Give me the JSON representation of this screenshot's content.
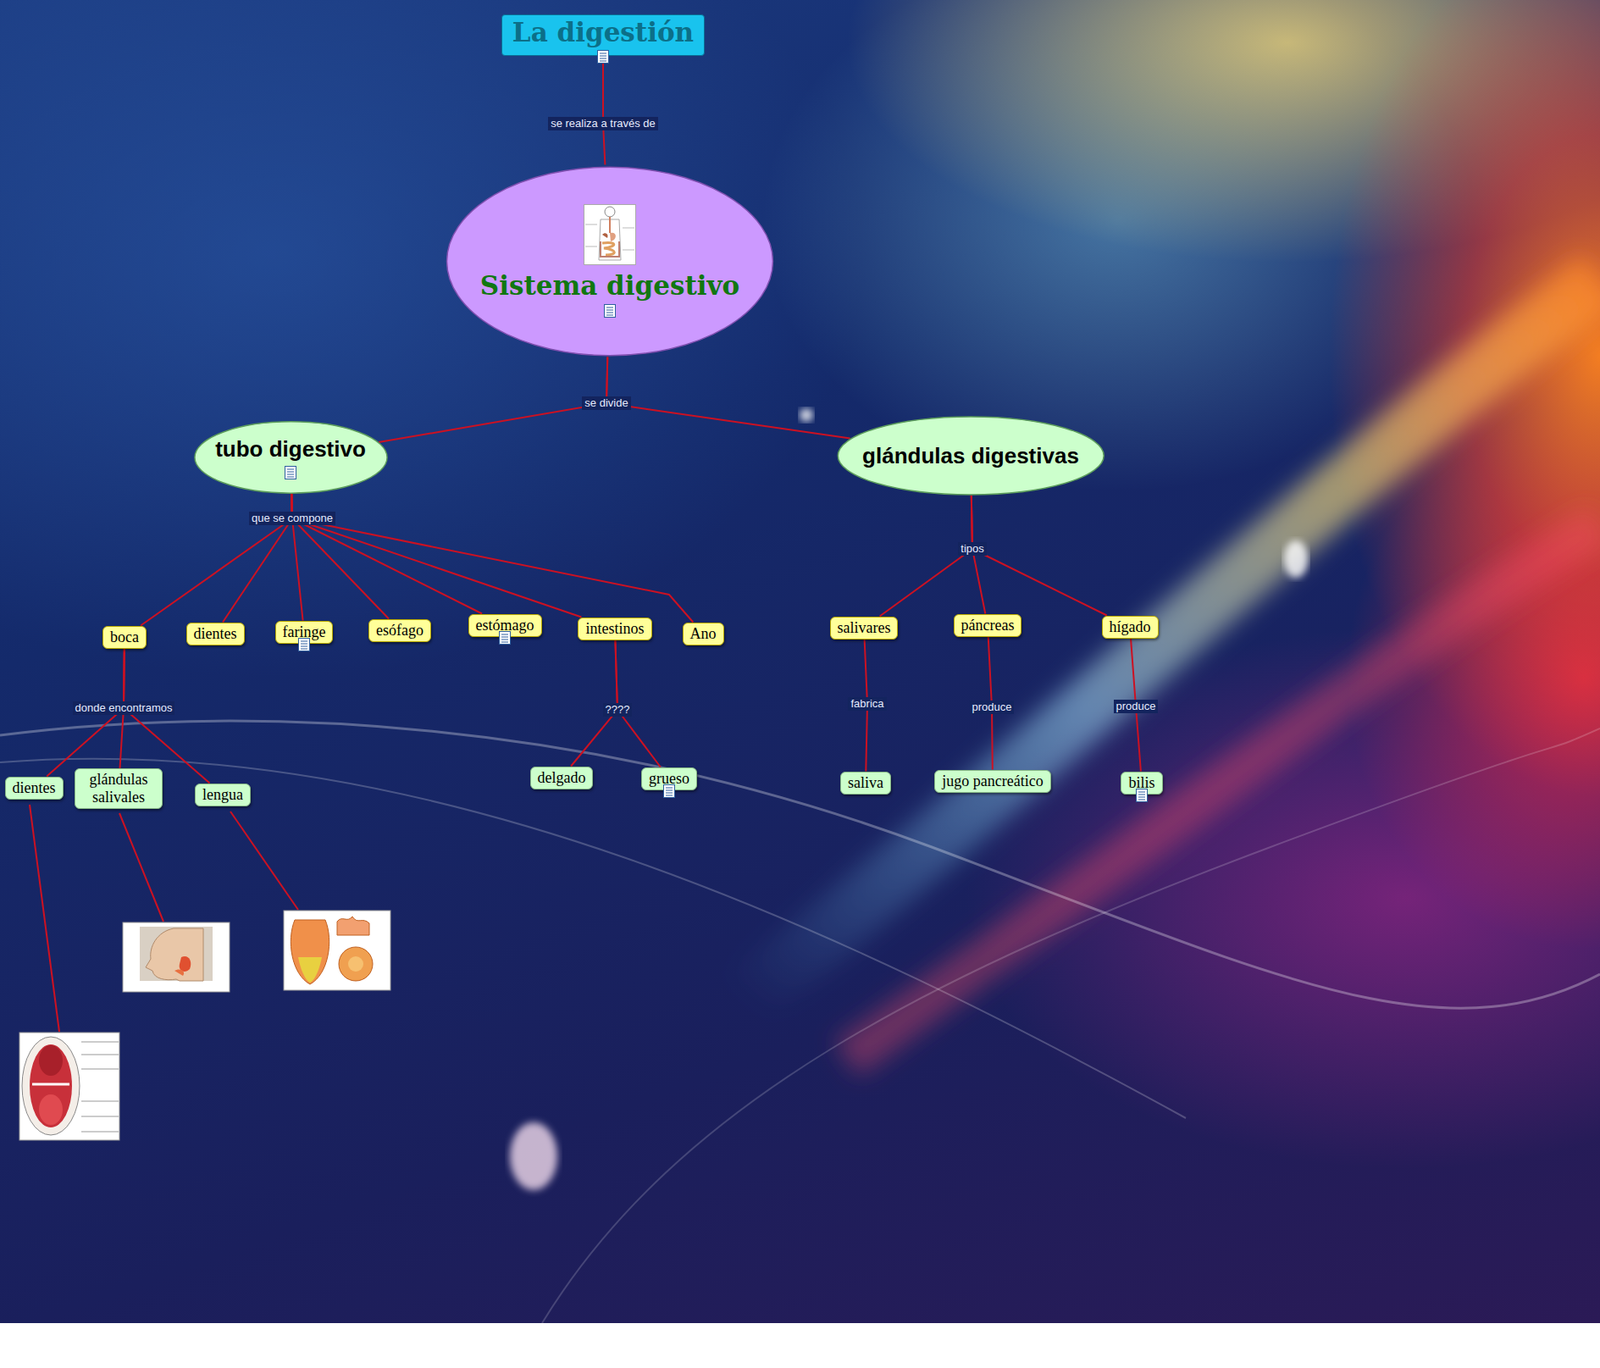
{
  "diagram": {
    "nodes": [
      {
        "text": [
          "La digestión"
        ]
      },
      {
        "text": [
          "Sistema digestivo"
        ]
      },
      {
        "text": [
          "tubo digestivo"
        ]
      },
      {
        "text": [
          "glándulas digestivas"
        ]
      },
      {
        "text": [
          "boca"
        ]
      },
      {
        "text": [
          "dientes"
        ]
      },
      {
        "text": [
          "faringe"
        ]
      },
      {
        "text": [
          "esófago"
        ]
      },
      {
        "text": [
          "estómago"
        ]
      },
      {
        "text": [
          "intestinos"
        ]
      },
      {
        "text": [
          "Ano"
        ]
      },
      {
        "text": [
          "salivares"
        ]
      },
      {
        "text": [
          "páncreas"
        ]
      },
      {
        "text": [
          "hígado"
        ]
      },
      {
        "text": [
          "dientes"
        ]
      },
      {
        "text": [
          "glándulas salivales"
        ]
      },
      {
        "text": [
          "lengua"
        ]
      },
      {
        "text": [
          "delgado"
        ]
      },
      {
        "text": [
          "grueso"
        ]
      },
      {
        "text": [
          "saliva"
        ]
      },
      {
        "text": [
          "jugo pancreático"
        ]
      },
      {
        "text": [
          "bilis"
        ]
      }
    ],
    "edges": [
      {
        "from": 0,
        "to": 1,
        "label": "se realiza a través de",
        "arrow": "none"
      },
      {
        "from": 1,
        "to": 2,
        "label": "se divide",
        "arrow": "none"
      },
      {
        "from": 1,
        "to": 3,
        "arrow": "none"
      },
      {
        "from": 2,
        "to": 4,
        "label": "que se compone",
        "arrow": "none"
      },
      {
        "from": 2,
        "to": 5,
        "arrow": "none"
      },
      {
        "from": 2,
        "to": 6,
        "arrow": "none"
      },
      {
        "from": 2,
        "to": 7,
        "arrow": "none"
      },
      {
        "from": 2,
        "to": 8,
        "arrow": "none"
      },
      {
        "from": 2,
        "to": 9,
        "arrow": "none"
      },
      {
        "from": 2,
        "to": 10,
        "arrow": "none"
      },
      {
        "from": 4,
        "to": 14,
        "label": "donde encontramos",
        "arrow": "none"
      },
      {
        "from": 4,
        "to": 15,
        "arrow": "none"
      },
      {
        "from": 4,
        "to": 16,
        "arrow": "none"
      },
      {
        "from": 9,
        "to": 17,
        "label": "????",
        "arrow": "none"
      },
      {
        "from": 9,
        "to": 18,
        "arrow": "none"
      },
      {
        "from": 3,
        "to": 11,
        "label": "tipos",
        "arrow": "none"
      },
      {
        "from": 3,
        "to": 12,
        "arrow": "none"
      },
      {
        "from": 3,
        "to": 13,
        "arrow": "none"
      },
      {
        "from": 11,
        "to": 19,
        "label": "fabrica",
        "arrow": "none"
      },
      {
        "from": 12,
        "to": 20,
        "label": "produce",
        "arrow": "none"
      },
      {
        "from": 13,
        "to": 21,
        "label": "produce",
        "arrow": "none"
      }
    ]
  }
}
